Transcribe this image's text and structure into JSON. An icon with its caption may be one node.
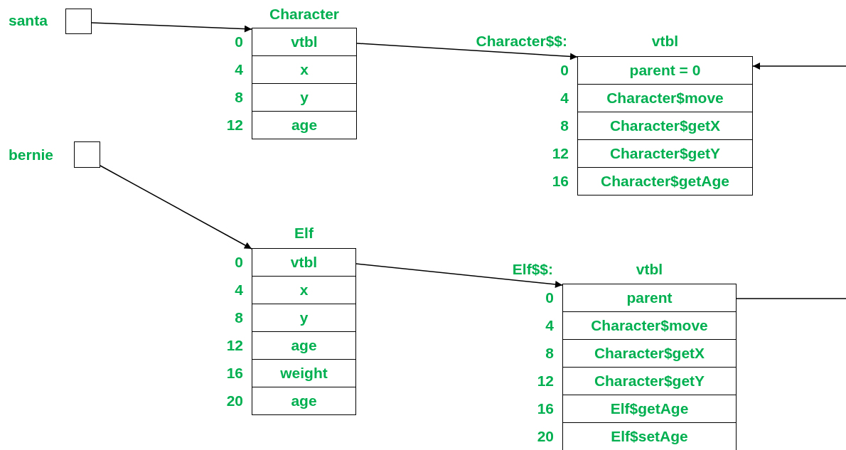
{
  "diagram": {
    "nodes": [
      {
        "text": [],
        "shape": "box",
        "beside": [
          "santa"
        ]
      },
      {
        "text": [
          "Character"
        ]
      },
      {
        "text": [
          "vtbl"
        ],
        "in": 1,
        "beside": [
          "0"
        ]
      },
      {
        "text": [
          "x"
        ],
        "in": 1,
        "beside": [
          "4"
        ]
      },
      {
        "text": [
          "y"
        ],
        "in": 1,
        "beside": [
          "8"
        ]
      },
      {
        "text": [
          "age"
        ],
        "in": 1,
        "beside": [
          "12"
        ]
      },
      {
        "text": [
          "vtbl"
        ],
        "beside": [
          "Character$$:"
        ]
      },
      {
        "text": [
          "parent = 0"
        ],
        "in": 6,
        "beside": [
          "0"
        ]
      },
      {
        "text": [
          "Character$move"
        ],
        "in": 6,
        "beside": [
          "4"
        ]
      },
      {
        "text": [
          "Character$getX"
        ],
        "in": 6,
        "beside": [
          "8"
        ]
      },
      {
        "text": [
          "Character$getY"
        ],
        "in": 6,
        "beside": [
          "12"
        ]
      },
      {
        "text": [
          "Character$getAge"
        ],
        "in": 6,
        "beside": [
          "16"
        ]
      },
      {
        "text": [],
        "shape": "box",
        "beside": [
          "bernie"
        ]
      },
      {
        "text": [
          "Elf"
        ]
      },
      {
        "text": [
          "vtbl"
        ],
        "in": 13,
        "beside": [
          "0"
        ]
      },
      {
        "text": [
          "x"
        ],
        "in": 13,
        "beside": [
          "4"
        ]
      },
      {
        "text": [
          "y"
        ],
        "in": 13,
        "beside": [
          "8"
        ]
      },
      {
        "text": [
          "age"
        ],
        "in": 13,
        "beside": [
          "12"
        ]
      },
      {
        "text": [
          "weight"
        ],
        "in": 13,
        "beside": [
          "16"
        ]
      },
      {
        "text": [
          "age"
        ],
        "in": 13,
        "beside": [
          "20"
        ]
      },
      {
        "text": [
          "vtbl"
        ],
        "beside": [
          "Elf$$:"
        ]
      },
      {
        "text": [
          "parent"
        ],
        "in": 20,
        "beside": [
          "0"
        ]
      },
      {
        "text": [
          "Character$move"
        ],
        "in": 20,
        "beside": [
          "4"
        ]
      },
      {
        "text": [
          "Character$getX"
        ],
        "in": 20,
        "beside": [
          "8"
        ]
      },
      {
        "text": [
          "Character$getY"
        ],
        "in": 20,
        "beside": [
          "12"
        ]
      },
      {
        "text": [
          "Elf$getAge"
        ],
        "in": 20,
        "beside": [
          "16"
        ]
      },
      {
        "text": [
          "Elf$setAge"
        ],
        "in": 20,
        "beside": [
          "20"
        ]
      }
    ],
    "edges": [
      {
        "from": 0,
        "to": 2,
        "arrow": "to"
      },
      {
        "from": 2,
        "to": 7,
        "arrow": "to"
      },
      {
        "from": null,
        "to": 7,
        "arrow": "to"
      },
      {
        "from": 12,
        "to": 14,
        "arrow": "to"
      },
      {
        "from": 14,
        "to": 21,
        "arrow": "to"
      },
      {
        "from": 21,
        "to": null,
        "arrow": "none"
      }
    ]
  }
}
